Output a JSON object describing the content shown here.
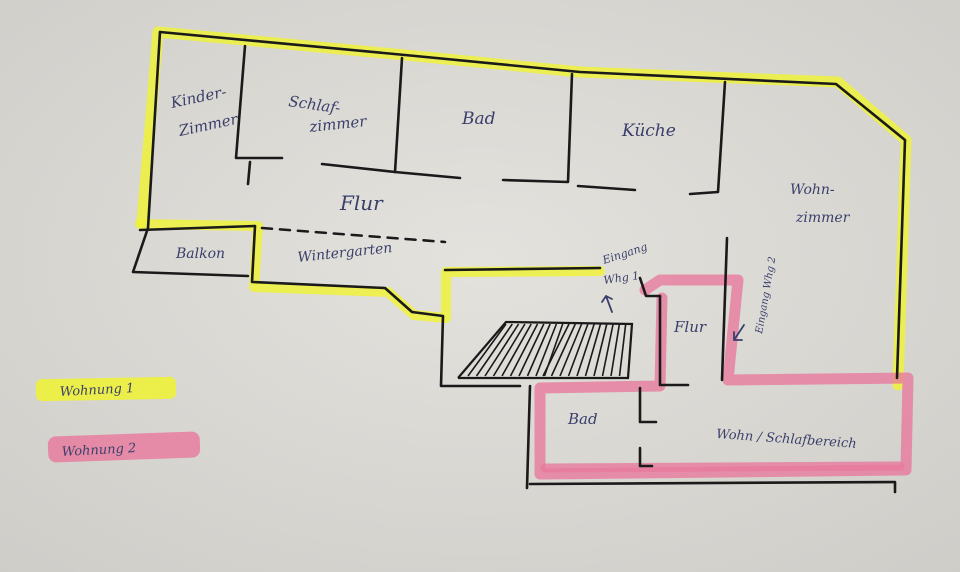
{
  "rooms": {
    "kinderzimmer_line1": "Kinder-",
    "kinderzimmer_line2": "Zimmer",
    "schlafzimmer_line1": "Schlaf-",
    "schlafzimmer_line2": "zimmer",
    "bad": "Bad",
    "kueche": "Küche",
    "wohnzimmer_line1": "Wohn-",
    "wohnzimmer_line2": "zimmer",
    "flur": "Flur",
    "balkon": "Balkon",
    "wintergarten": "Wintergarten",
    "eingang_line1": "Eingang",
    "eingang_line2": "Whg 1",
    "eingang2": "Eingang Whg 2",
    "flur2": "Flur",
    "bad2": "Bad",
    "wohn_schlaf": "Wohn / Schlafbereich"
  },
  "legend": {
    "wohnung1": "Wohnung 1",
    "wohnung2": "Wohnung 2"
  },
  "colors": {
    "paper": "#dedcd7",
    "wall": "#1a1a1a",
    "yellow_highlight": "#eef23a",
    "pink_highlight": "#e8789c",
    "ink": "#3a3f6b"
  }
}
